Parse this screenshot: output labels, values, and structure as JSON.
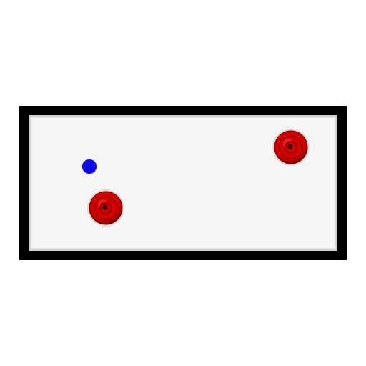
{
  "colors": {
    "frame": "#000000",
    "surface": "#f5f5f5",
    "rail": "#cfcfcf",
    "puck": "#0a0ae6",
    "mallet": "#d40000",
    "mallet_dark": "#7a0000",
    "mallet_rim": "#c8c8c8"
  },
  "objects": {
    "table": "air-hockey-table",
    "puck": "puck",
    "mallets": [
      "player-mallet",
      "opponent-mallet"
    ]
  }
}
